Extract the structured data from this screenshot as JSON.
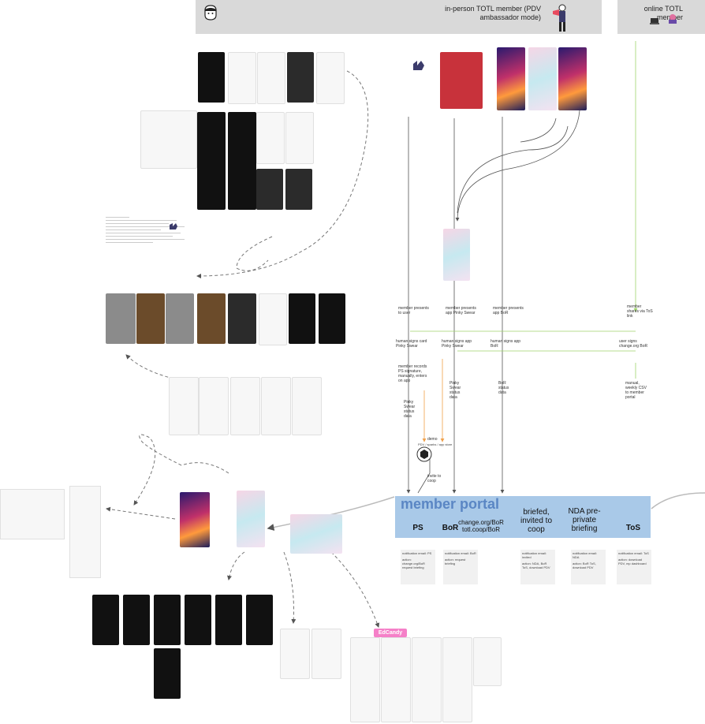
{
  "header": {
    "inperson_label": "in-person TOTL member (PDV ambassador mode)",
    "online_label": "online TOTL member"
  },
  "portal": {
    "title": "member portal",
    "columns": [
      {
        "label": "PS"
      },
      {
        "label": "BoR"
      },
      {
        "label": "change.org/BoR totl.coop/BoR"
      },
      {
        "label": "briefed, invited to coop"
      },
      {
        "label": "NDA pre-private briefing"
      },
      {
        "label": "ToS"
      }
    ]
  },
  "flow": {
    "presents_1": "member presents to user",
    "presents_2": "member presents app Pinky Swear",
    "presents_3": "member presents app BoR",
    "presents_4": "member shares via ToS link",
    "signs_1": "human signs card Pinky Swear",
    "signs_2": "human signs app Pinky Swear",
    "signs_3": "human signs app BoR",
    "signs_4": "user signs change.org BoR",
    "records": "member records PS signature, manually, enters on app",
    "pinky_status_1": "Pinky Swear status data",
    "pinky_status_2": "Pinky Swear status data",
    "bor_status": "BoR status data",
    "manual_csv": "manual, weekly CSV to member portal",
    "demo": "demo",
    "demo_sub": "PDV / sparks / app store",
    "invite": "invite to coop"
  },
  "notes": {
    "ps": [
      "notification email: PS",
      "action: change.org/BoR request briefing"
    ],
    "bor": [
      "notification email: BoR",
      "action: request briefing"
    ],
    "briefed": [
      "notification email: invited",
      "action: NDA, BoR ToS, download PDV"
    ],
    "nda": [
      "notification email: NDA",
      "action: BoR ToS, download PDV"
    ],
    "tos": [
      "notification email: ToS",
      "action: download PDV, mp dashboard"
    ]
  },
  "tag": {
    "label": "EdCandy"
  },
  "colors": {
    "portal": "#a9c9e8",
    "portal_title": "#5a86c4",
    "arrow_orange": "#f0a04a",
    "arrow_green": "#9fd36a",
    "tag": "#f580c8"
  }
}
